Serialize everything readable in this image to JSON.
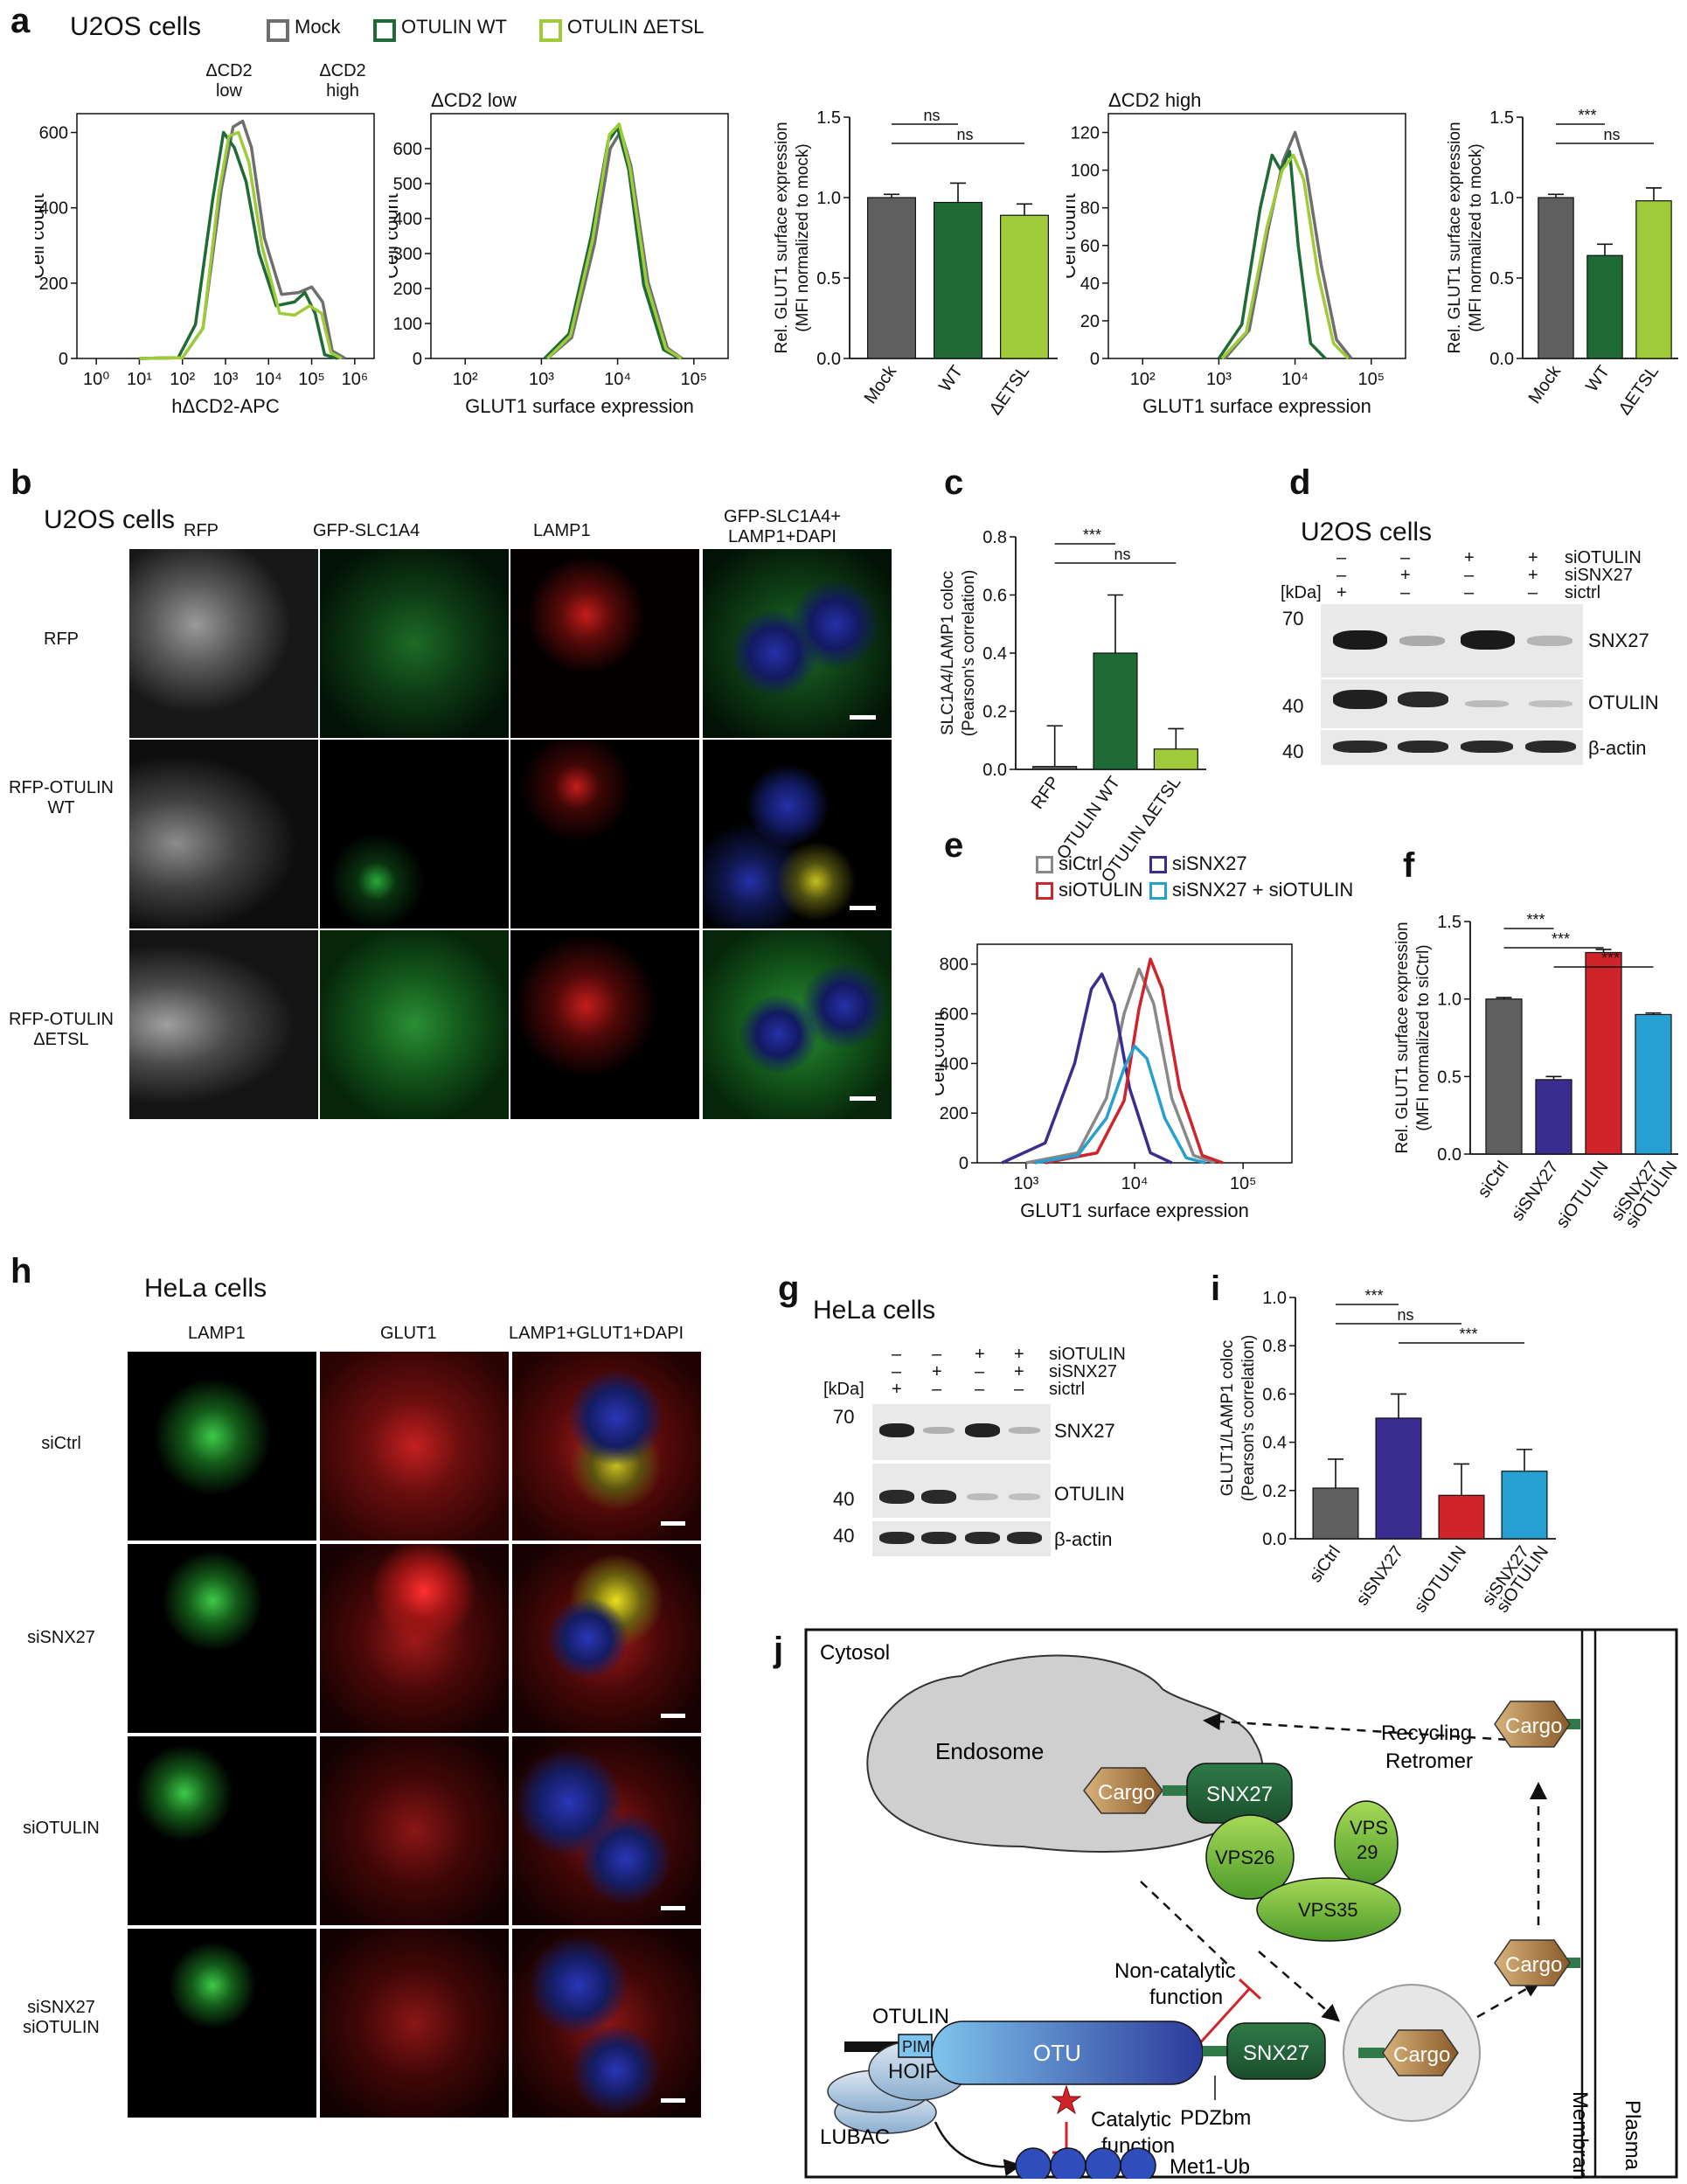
{
  "panels": {
    "a": {
      "letter": "a",
      "title": "U2OS cells",
      "legend": [
        {
          "name": "Mock",
          "color": "#6e6e6e"
        },
        {
          "name": "OTULIN WT",
          "color": "#1f6b35"
        },
        {
          "name": "OTULIN ΔETSL",
          "color": "#9fcb3a"
        }
      ],
      "gate_low_line1": "ΔCD2",
      "gate_low_line2": "low",
      "gate_high_line1": "ΔCD2",
      "gate_high_line2": "high",
      "mid_title_low": "ΔCD2 low",
      "mid_title_high": "ΔCD2 high"
    },
    "b": {
      "letter": "b",
      "title": "U2OS cells",
      "col_headers": [
        "RFP",
        "GFP-SLC1A4",
        "LAMP1",
        "GFP-SLC1A4+",
        "LAMP1+DAPI"
      ],
      "row1": "RFP",
      "row2_line1": "RFP-OTULIN",
      "row2_line2": "WT",
      "row3_line1": "RFP-OTULIN",
      "row3_line2": "ΔETSL"
    },
    "c": {
      "letter": "c"
    },
    "d": {
      "letter": "d",
      "title": "U2OS cells",
      "row_labels": [
        "siOTULIN",
        "siSNX27",
        "sictrl"
      ],
      "signs": [
        [
          "–",
          "–",
          "+",
          "+"
        ],
        [
          "–",
          "+",
          "–",
          "+"
        ],
        [
          "+",
          "–",
          "–",
          "–"
        ]
      ],
      "kda": "[kDa]",
      "mw": [
        "70",
        "40",
        "40"
      ],
      "bands": [
        "SNX27",
        "OTULIN",
        "β-actin"
      ]
    },
    "e": {
      "letter": "e",
      "legend": [
        {
          "name": "siCtrl",
          "color": "#888888"
        },
        {
          "name": "siSNX27",
          "color": "#3a2d8f"
        },
        {
          "name": "siOTULIN",
          "color": "#d0242b"
        },
        {
          "name": "siSNX27 + siOTULIN",
          "color": "#26a0d0"
        }
      ]
    },
    "f": {
      "letter": "f"
    },
    "g": {
      "letter": "g",
      "title": "HeLa cells",
      "row_labels": [
        "siOTULIN",
        "siSNX27",
        "sictrl"
      ],
      "signs": [
        [
          "–",
          "–",
          "+",
          "+"
        ],
        [
          "–",
          "+",
          "–",
          "+"
        ],
        [
          "+",
          "–",
          "–",
          "–"
        ]
      ],
      "kda": "[kDa]",
      "mw": [
        "70",
        "40",
        "40"
      ],
      "bands": [
        "SNX27",
        "OTULIN",
        "β-actin"
      ]
    },
    "h": {
      "letter": "h",
      "title": "HeLa cells",
      "col_headers": [
        "LAMP1",
        "GLUT1",
        "LAMP1+GLUT1+DAPI"
      ],
      "row1": "siCtrl",
      "row2": "siSNX27",
      "row3": "siOTULIN",
      "row4_line1": "siSNX27",
      "row4_line2": "siOTULIN"
    },
    "i": {
      "letter": "i"
    },
    "j": {
      "letter": "j",
      "cytosol": "Cytosol",
      "endosome": "Endosome",
      "cargo": "Cargo",
      "snx27": "SNX27",
      "vps26": "VPS26",
      "vps29_line1": "VPS",
      "vps29_line2": "29",
      "vps35": "VPS35",
      "recycling_line1": "Recycling",
      "recycling_line2": "Retromer",
      "noncat_line1": "Non-catalytic",
      "noncat_line2": "function",
      "otulin": "OTULIN",
      "pim": "PIM",
      "otu": "OTU",
      "hoip": "HOIP",
      "lubac": "LUBAC",
      "pdzbm": "PDZbm",
      "cat_line1": "Catalytic",
      "cat_line2": "function",
      "met1ub": "Met1-Ub",
      "plasma": "Plasma",
      "membrane": "Membrane"
    }
  },
  "chart_data": [
    {
      "id": "a-hist-1",
      "type": "line",
      "xlabel": "hΔCD2-APC",
      "ylabel": "Cell count",
      "xscale": "log",
      "x_ticks": [
        "10⁰",
        "10¹",
        "10²",
        "10³",
        "10⁴",
        "10⁵",
        "10⁶"
      ],
      "y_ticks": [
        "0",
        "200",
        "400",
        "600"
      ],
      "ylim": [
        0,
        650
      ],
      "series": [
        {
          "name": "Mock",
          "color": "#6e6e6e",
          "points": [
            [
              10,
              0
            ],
            [
              100,
              2
            ],
            [
              300,
              80
            ],
            [
              800,
              450
            ],
            [
              1500,
              615
            ],
            [
              2500,
              630
            ],
            [
              4000,
              560
            ],
            [
              8000,
              320
            ],
            [
              20000,
              170
            ],
            [
              50000,
              175
            ],
            [
              100000,
              190
            ],
            [
              180000,
              150
            ],
            [
              300000,
              20
            ],
            [
              600000,
              0
            ]
          ]
        },
        {
          "name": "OTULIN WT",
          "color": "#1f6b35",
          "points": [
            [
              10,
              0
            ],
            [
              80,
              2
            ],
            [
              200,
              90
            ],
            [
              500,
              420
            ],
            [
              900,
              600
            ],
            [
              1600,
              560
            ],
            [
              3000,
              470
            ],
            [
              6000,
              280
            ],
            [
              15000,
              140
            ],
            [
              40000,
              150
            ],
            [
              70000,
              175
            ],
            [
              120000,
              120
            ],
            [
              200000,
              10
            ],
            [
              400000,
              0
            ]
          ]
        },
        {
          "name": "OTULIN ΔETSL",
          "color": "#9fcb3a",
          "points": [
            [
              10,
              0
            ],
            [
              100,
              2
            ],
            [
              300,
              80
            ],
            [
              700,
              440
            ],
            [
              1200,
              590
            ],
            [
              2000,
              600
            ],
            [
              3500,
              520
            ],
            [
              7000,
              300
            ],
            [
              18000,
              120
            ],
            [
              40000,
              115
            ],
            [
              90000,
              140
            ],
            [
              170000,
              120
            ],
            [
              280000,
              15
            ],
            [
              500000,
              0
            ]
          ]
        }
      ]
    },
    {
      "id": "a-hist-low",
      "type": "line",
      "title": "ΔCD2 low",
      "xlabel": "GLUT1 surface expression",
      "ylabel": "Cell count",
      "xscale": "log",
      "x_ticks": [
        "10²",
        "10³",
        "10⁴",
        "10⁵"
      ],
      "y_ticks": [
        "0",
        "100",
        "200",
        "300",
        "400",
        "500",
        "600"
      ],
      "ylim": [
        0,
        700
      ],
      "series": [
        {
          "name": "Mock",
          "color": "#6e6e6e",
          "points": [
            [
              1200,
              0
            ],
            [
              2500,
              60
            ],
            [
              5000,
              330
            ],
            [
              8000,
              600
            ],
            [
              11000,
              650
            ],
            [
              15000,
              550
            ],
            [
              25000,
              220
            ],
            [
              45000,
              30
            ],
            [
              70000,
              0
            ]
          ]
        },
        {
          "name": "OTULIN WT",
          "color": "#1f6b35",
          "points": [
            [
              1100,
              0
            ],
            [
              2300,
              70
            ],
            [
              4500,
              350
            ],
            [
              7500,
              620
            ],
            [
              10000,
              660
            ],
            [
              14000,
              540
            ],
            [
              22000,
              210
            ],
            [
              40000,
              25
            ],
            [
              65000,
              0
            ]
          ]
        },
        {
          "name": "OTULIN ΔETSL",
          "color": "#9fcb3a",
          "points": [
            [
              1200,
              0
            ],
            [
              2400,
              65
            ],
            [
              4700,
              340
            ],
            [
              7800,
              640
            ],
            [
              10500,
              670
            ],
            [
              14500,
              545
            ],
            [
              24000,
              215
            ],
            [
              43000,
              28
            ],
            [
              68000,
              0
            ]
          ]
        }
      ]
    },
    {
      "id": "a-bar-low",
      "type": "bar",
      "ylabel": "Rel. GLUT1 surface expression (MFI normalized to mock)",
      "categories": [
        "Mock",
        "WT",
        "ΔETSL"
      ],
      "values": [
        1.0,
        0.97,
        0.89
      ],
      "errors": [
        0.02,
        0.12,
        0.07
      ],
      "colors": [
        "#5f5f5f",
        "#1f6b35",
        "#9fcb3a"
      ],
      "y_ticks": [
        "0.0",
        "0.5",
        "1.0",
        "1.5"
      ],
      "ylim": [
        0,
        1.5
      ],
      "sig": [
        {
          "from": 0,
          "to": 1,
          "label": "ns"
        },
        {
          "from": 0,
          "to": 2,
          "label": "ns"
        }
      ]
    },
    {
      "id": "a-hist-high",
      "type": "line",
      "title": "ΔCD2 high",
      "xlabel": "GLUT1 surface expression",
      "ylabel": "Cell count",
      "xscale": "log",
      "x_ticks": [
        "10²",
        "10³",
        "10⁴",
        "10⁵"
      ],
      "y_ticks": [
        "0",
        "20",
        "40",
        "60",
        "80",
        "100",
        "120"
      ],
      "ylim": [
        0,
        130
      ],
      "series": [
        {
          "name": "Mock",
          "color": "#6e6e6e",
          "points": [
            [
              1200,
              0
            ],
            [
              2500,
              15
            ],
            [
              4500,
              70
            ],
            [
              7000,
              105
            ],
            [
              10000,
              120
            ],
            [
              14000,
              100
            ],
            [
              22000,
              50
            ],
            [
              35000,
              10
            ],
            [
              55000,
              0
            ]
          ]
        },
        {
          "name": "OTULIN WT",
          "color": "#1f6b35",
          "points": [
            [
              1000,
              0
            ],
            [
              2000,
              18
            ],
            [
              3500,
              80
            ],
            [
              5000,
              108
            ],
            [
              6500,
              100
            ],
            [
              8500,
              110
            ],
            [
              11000,
              60
            ],
            [
              16000,
              8
            ],
            [
              25000,
              0
            ]
          ]
        },
        {
          "name": "OTULIN ΔETSL",
          "color": "#9fcb3a",
          "points": [
            [
              1100,
              0
            ],
            [
              2300,
              14
            ],
            [
              4300,
              70
            ],
            [
              6800,
              100
            ],
            [
              9500,
              108
            ],
            [
              13000,
              95
            ],
            [
              20000,
              45
            ],
            [
              32000,
              8
            ],
            [
              50000,
              0
            ]
          ]
        }
      ]
    },
    {
      "id": "a-bar-high",
      "type": "bar",
      "ylabel": "Rel. GLUT1 surface expression (MFI normalized to mock)",
      "categories": [
        "Mock",
        "WT",
        "ΔETSL"
      ],
      "values": [
        1.0,
        0.64,
        0.98
      ],
      "errors": [
        0.02,
        0.07,
        0.08
      ],
      "colors": [
        "#5f5f5f",
        "#1f6b35",
        "#9fcb3a"
      ],
      "y_ticks": [
        "0.0",
        "0.5",
        "1.0",
        "1.5"
      ],
      "ylim": [
        0,
        1.5
      ],
      "sig": [
        {
          "from": 0,
          "to": 1,
          "label": "***"
        },
        {
          "from": 0,
          "to": 2,
          "label": "ns"
        }
      ]
    },
    {
      "id": "c-bar",
      "type": "bar",
      "ylabel": "SLC1A4/LAMP1 coloc (Pearson's correlation)",
      "categories": [
        "RFP",
        "OTULIN WT",
        "OTULIN ΔETSL"
      ],
      "values": [
        0.01,
        0.4,
        0.07
      ],
      "errors": [
        0.14,
        0.2,
        0.07
      ],
      "colors": [
        "#5f5f5f",
        "#1f6b35",
        "#9fcb3a"
      ],
      "y_ticks": [
        "0.0",
        "0.2",
        "0.4",
        "0.6",
        "0.8"
      ],
      "ylim": [
        0,
        0.8
      ],
      "sig": [
        {
          "from": 0,
          "to": 1,
          "label": "***"
        },
        {
          "from": 0,
          "to": 2,
          "label": "ns"
        }
      ]
    },
    {
      "id": "e-hist",
      "type": "line",
      "xlabel": "GLUT1 surface expression",
      "ylabel": "Cell count",
      "xscale": "log",
      "x_ticks": [
        "10³",
        "10⁴",
        "10⁵"
      ],
      "y_ticks": [
        "0",
        "200",
        "400",
        "600",
        "800"
      ],
      "ylim": [
        0,
        880
      ],
      "series": [
        {
          "name": "siCtrl",
          "color": "#888888",
          "points": [
            [
              1000,
              0
            ],
            [
              3000,
              40
            ],
            [
              5500,
              260
            ],
            [
              8000,
              600
            ],
            [
              11000,
              780
            ],
            [
              15000,
              640
            ],
            [
              22000,
              260
            ],
            [
              35000,
              30
            ],
            [
              55000,
              0
            ]
          ]
        },
        {
          "name": "siSNX27",
          "color": "#3a2d8f",
          "points": [
            [
              600,
              0
            ],
            [
              1500,
              80
            ],
            [
              2800,
              400
            ],
            [
              4000,
              700
            ],
            [
              5000,
              760
            ],
            [
              6500,
              640
            ],
            [
              9000,
              300
            ],
            [
              14000,
              40
            ],
            [
              22000,
              0
            ]
          ]
        },
        {
          "name": "siOTULIN",
          "color": "#d0242b",
          "points": [
            [
              1500,
              0
            ],
            [
              4500,
              40
            ],
            [
              8000,
              250
            ],
            [
              11000,
              620
            ],
            [
              14000,
              820
            ],
            [
              18000,
              700
            ],
            [
              26000,
              300
            ],
            [
              42000,
              30
            ],
            [
              65000,
              0
            ]
          ]
        },
        {
          "name": "siSNX27 + siOTULIN",
          "color": "#26a0d0",
          "points": [
            [
              1200,
              0
            ],
            [
              3000,
              30
            ],
            [
              5500,
              180
            ],
            [
              8000,
              380
            ],
            [
              10000,
              470
            ],
            [
              13000,
              420
            ],
            [
              19000,
              180
            ],
            [
              30000,
              20
            ],
            [
              45000,
              0
            ]
          ]
        }
      ]
    },
    {
      "id": "f-bar",
      "type": "bar",
      "ylabel": "Rel. GLUT1 surface expression (MFI normalized to siCtrl)",
      "categories": [
        "siCtrl",
        "siSNX27",
        "siOTULIN",
        "siSNX27 siOTULIN"
      ],
      "values": [
        1.0,
        0.48,
        1.3,
        0.9
      ],
      "errors": [
        0.01,
        0.02,
        0.02,
        0.01
      ],
      "colors": [
        "#5f5f5f",
        "#3a2d8f",
        "#d0242b",
        "#26a0d0"
      ],
      "y_ticks": [
        "0.0",
        "0.5",
        "1.0",
        "1.5"
      ],
      "ylim": [
        0,
        1.5
      ],
      "sig": [
        {
          "from": 0,
          "to": 1,
          "label": "***"
        },
        {
          "from": 0,
          "to": 2,
          "label": "***"
        },
        {
          "from": 1,
          "to": 3,
          "label": "***"
        }
      ]
    },
    {
      "id": "i-bar",
      "type": "bar",
      "ylabel": "GLUT1/LAMP1 coloc (Pearson's correlation)",
      "categories": [
        "siCtrl",
        "siSNX27",
        "siOTULIN",
        "siSNX27 siOTULIN"
      ],
      "values": [
        0.21,
        0.5,
        0.18,
        0.28
      ],
      "errors": [
        0.12,
        0.1,
        0.13,
        0.09
      ],
      "colors": [
        "#5f5f5f",
        "#3a2d8f",
        "#d0242b",
        "#26a0d0"
      ],
      "y_ticks": [
        "0.0",
        "0.2",
        "0.4",
        "0.6",
        "0.8",
        "1.0"
      ],
      "ylim": [
        0,
        1.0
      ],
      "sig": [
        {
          "from": 0,
          "to": 1,
          "label": "***"
        },
        {
          "from": 0,
          "to": 2,
          "label": "ns"
        },
        {
          "from": 1,
          "to": 3,
          "label": "***"
        }
      ]
    }
  ]
}
